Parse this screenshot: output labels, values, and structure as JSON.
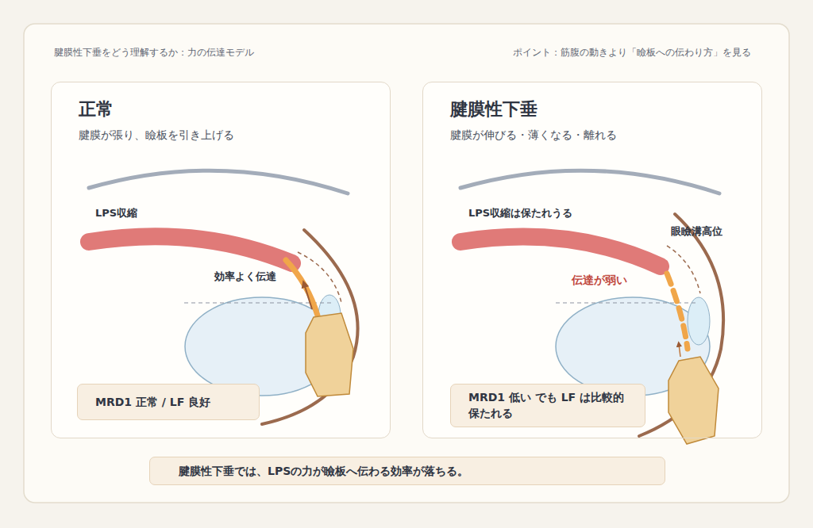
{
  "diagram": {
    "title": "腱膜性下垂をどう理解するか：力の伝達モデル",
    "nodes": [
      {
        "text": [
          "正常",
          "腱膜が張り、瞼板を引き上げる"
        ]
      },
      {
        "text": [
          "MRD1 正常 / LF 良好"
        ],
        "in": 0
      },
      {
        "text": [
          "腱膜性下垂",
          "腱膜が伸びる・薄くなる・離れる"
        ]
      },
      {
        "text": [
          "MRD1 低い でも LF は比較的保たれる"
        ],
        "in": 2
      },
      {
        "text": [
          "腱膜性下垂では、LPSの力が瞼板へ伝わる効率が落ちる。"
        ]
      }
    ],
    "labels": [
      "ポイント：筋腹の動きより「瞼板への伝わり方」を見る",
      "LPS収縮",
      "効率よく伝達",
      "LPS収縮は保たれうる",
      "眼瞼溝高位",
      "伝達が弱い"
    ]
  }
}
